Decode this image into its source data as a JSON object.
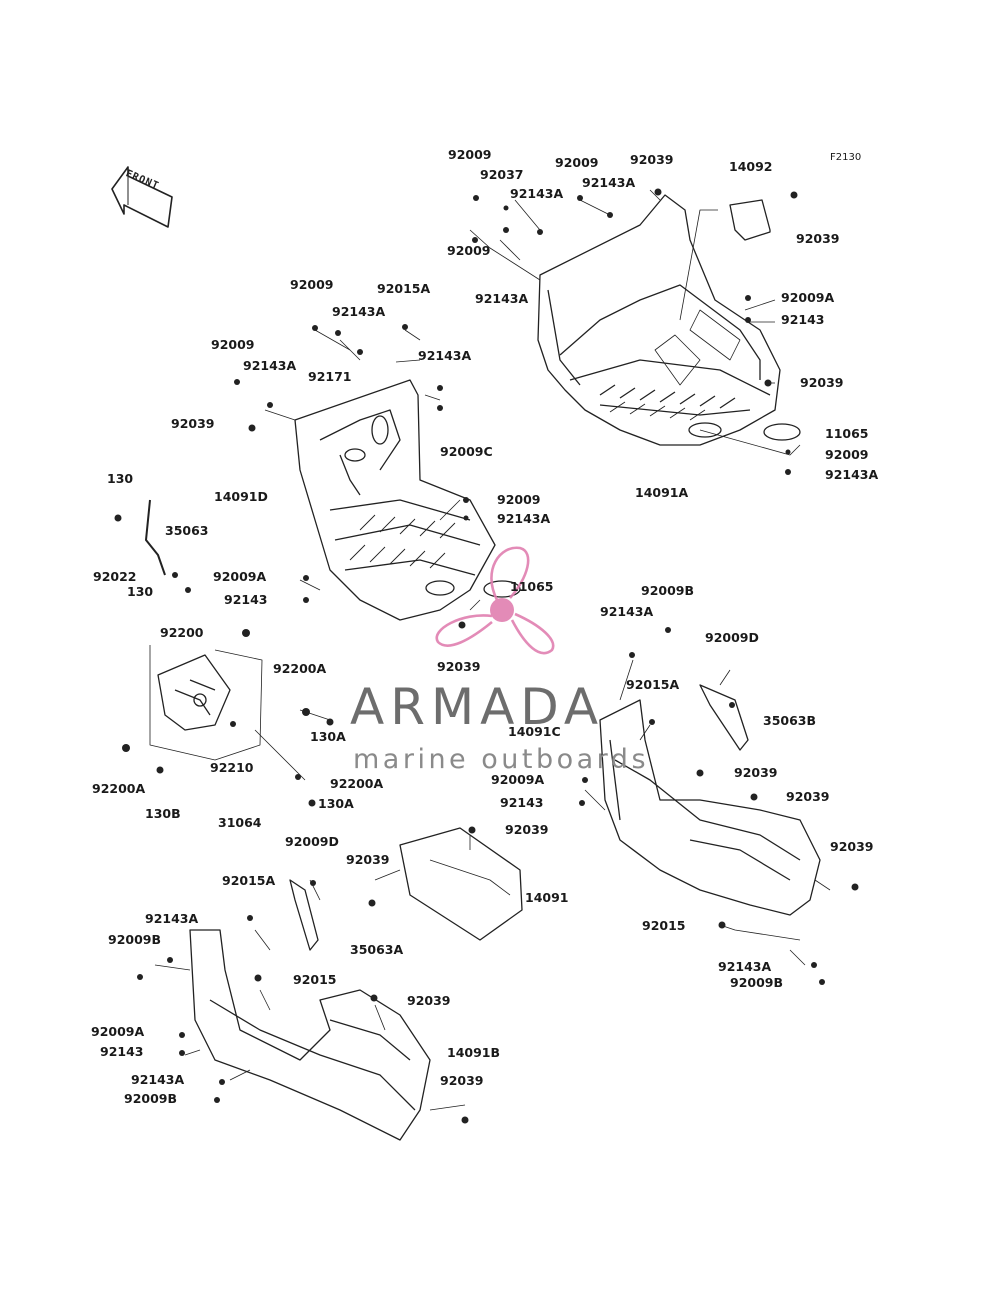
{
  "figure_code": "F2130",
  "direction_label": "FRONT",
  "watermark": {
    "brand": "ARMADA",
    "tagline": "marine outboards",
    "logo_color": "#e07fb0",
    "text_color": "#6d6d6d"
  },
  "parts": [
    {
      "id": "p1",
      "label": "92009"
    },
    {
      "id": "p2",
      "label": "92037"
    },
    {
      "id": "p3",
      "label": "92009"
    },
    {
      "id": "p4",
      "label": "92039"
    },
    {
      "id": "p5",
      "label": "92143A"
    },
    {
      "id": "p6",
      "label": "92143A"
    },
    {
      "id": "p7",
      "label": "14092"
    },
    {
      "id": "p8",
      "label": "92039"
    },
    {
      "id": "p9",
      "label": "92009"
    },
    {
      "id": "p10",
      "label": "92143A"
    },
    {
      "id": "p11",
      "label": "92009A"
    },
    {
      "id": "p12",
      "label": "92143"
    },
    {
      "id": "p13",
      "label": "92039"
    },
    {
      "id": "p14",
      "label": "11065"
    },
    {
      "id": "p15",
      "label": "92009"
    },
    {
      "id": "p16",
      "label": "92143A"
    },
    {
      "id": "p17",
      "label": "14091A"
    },
    {
      "id": "p18",
      "label": "92009"
    },
    {
      "id": "p19",
      "label": "92015A"
    },
    {
      "id": "p20",
      "label": "92143A"
    },
    {
      "id": "p21",
      "label": "92009"
    },
    {
      "id": "p22",
      "label": "92143A"
    },
    {
      "id": "p23",
      "label": "92171"
    },
    {
      "id": "p24",
      "label": "92143A"
    },
    {
      "id": "p25",
      "label": "92039"
    },
    {
      "id": "p26",
      "label": "92009C"
    },
    {
      "id": "p27",
      "label": "130"
    },
    {
      "id": "p28",
      "label": "14091D"
    },
    {
      "id": "p29",
      "label": "35063"
    },
    {
      "id": "p30",
      "label": "92009"
    },
    {
      "id": "p31",
      "label": "92143A"
    },
    {
      "id": "p32",
      "label": "92022"
    },
    {
      "id": "p33",
      "label": "130"
    },
    {
      "id": "p34",
      "label": "92009A"
    },
    {
      "id": "p35",
      "label": "92143"
    },
    {
      "id": "p36",
      "label": "11065"
    },
    {
      "id": "p37",
      "label": "92039"
    },
    {
      "id": "p38",
      "label": "92200"
    },
    {
      "id": "p39",
      "label": "92200A"
    },
    {
      "id": "p40",
      "label": "130A"
    },
    {
      "id": "p41",
      "label": "92210"
    },
    {
      "id": "p42",
      "label": "92200A"
    },
    {
      "id": "p43",
      "label": "130A"
    },
    {
      "id": "p44",
      "label": "92200A"
    },
    {
      "id": "p45",
      "label": "130B"
    },
    {
      "id": "p46",
      "label": "31064"
    },
    {
      "id": "p47",
      "label": "92009B"
    },
    {
      "id": "p48",
      "label": "92143A"
    },
    {
      "id": "p49",
      "label": "92009D"
    },
    {
      "id": "p50",
      "label": "92015A"
    },
    {
      "id": "p51",
      "label": "35063B"
    },
    {
      "id": "p52",
      "label": "14091C"
    },
    {
      "id": "p53",
      "label": "92009A"
    },
    {
      "id": "p54",
      "label": "92039"
    },
    {
      "id": "p55",
      "label": "92143"
    },
    {
      "id": "p56",
      "label": "92039"
    },
    {
      "id": "p57",
      "label": "92039"
    },
    {
      "id": "p58",
      "label": "92039"
    },
    {
      "id": "p59",
      "label": "92015"
    },
    {
      "id": "p60",
      "label": "92143A"
    },
    {
      "id": "p61",
      "label": "92009B"
    },
    {
      "id": "p62",
      "label": "92009D"
    },
    {
      "id": "p63",
      "label": "92039"
    },
    {
      "id": "p64",
      "label": "14091"
    },
    {
      "id": "p65",
      "label": "92015A"
    },
    {
      "id": "p66",
      "label": "92143A"
    },
    {
      "id": "p67",
      "label": "92009B"
    },
    {
      "id": "p68",
      "label": "35063A"
    },
    {
      "id": "p69",
      "label": "92015"
    },
    {
      "id": "p70",
      "label": "92039"
    },
    {
      "id": "p71",
      "label": "92009A"
    },
    {
      "id": "p72",
      "label": "92143"
    },
    {
      "id": "p73",
      "label": "14091B"
    },
    {
      "id": "p74",
      "label": "92143A"
    },
    {
      "id": "p75",
      "label": "92039"
    },
    {
      "id": "p76",
      "label": "92009B"
    }
  ]
}
